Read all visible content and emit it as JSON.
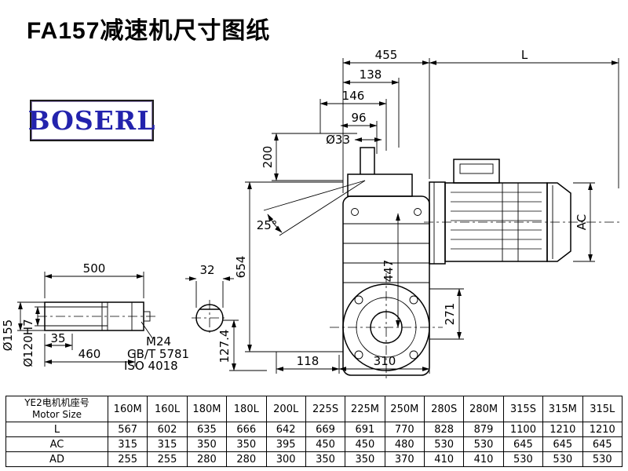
{
  "title": "FA157减速机尺寸图纸",
  "logo": {
    "text": "BOSERL",
    "color": "#2323ad"
  },
  "dims": {
    "d455": "455",
    "dL": "L",
    "d138": "138",
    "d146": "146",
    "d96": "96",
    "d33": "Ø33",
    "d200": "200",
    "d25": "25°",
    "d654": "654",
    "d447": "447",
    "dAC": "AC",
    "d271": "271",
    "d500": "500",
    "d32": "32",
    "d35": "35",
    "d460": "460",
    "d155": "Ø155",
    "d120": "Ø120H7",
    "dM24": "M24",
    "dGBT": "GB/T 5781",
    "dISO": "ISO 4018",
    "d1274": "127.4",
    "d118": "118",
    "d310": "310"
  },
  "table": {
    "header_cn": "YE2电机机座号",
    "header_en": "Motor Size",
    "columns": [
      "160M",
      "160L",
      "180M",
      "180L",
      "200L",
      "225S",
      "225M",
      "250M",
      "280S",
      "280M",
      "315S",
      "315M",
      "315L"
    ],
    "rows": [
      {
        "label": "L",
        "values": [
          "567",
          "602",
          "635",
          "666",
          "642",
          "669",
          "691",
          "770",
          "828",
          "879",
          "1100",
          "1210",
          "1210"
        ]
      },
      {
        "label": "AC",
        "values": [
          "315",
          "315",
          "350",
          "350",
          "395",
          "450",
          "450",
          "480",
          "530",
          "530",
          "645",
          "645",
          "645"
        ]
      },
      {
        "label": "AD",
        "values": [
          "255",
          "255",
          "280",
          "280",
          "300",
          "350",
          "350",
          "370",
          "410",
          "410",
          "530",
          "530",
          "530"
        ]
      }
    ]
  }
}
